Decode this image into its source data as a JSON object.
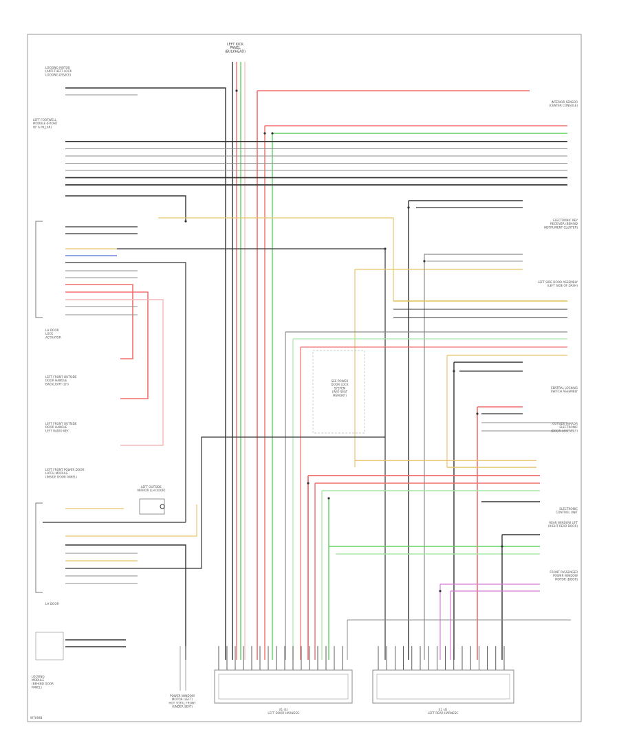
{
  "page_code": "W70948",
  "top_connector": {
    "title_lines": [
      "LEFT KICK",
      "PANEL",
      "(BULKHEAD)"
    ]
  },
  "left_components": [
    {
      "id": "c1",
      "lines": [
        "LOCKING MOTOR",
        "(ANTI-THEFT LOCK",
        "LOCKING DEVICE)"
      ]
    },
    {
      "id": "c2",
      "lines": [
        "LEFT FOOTWELL",
        "MODULE (FRONT",
        "OF A PILLAR)"
      ]
    },
    {
      "id": "c3",
      "lines": [
        "LH DOOR",
        "LOCK",
        "ACTUATOR"
      ]
    },
    {
      "id": "c4",
      "lines": [
        "LEFT FRONT OUTSIDE",
        "DOOR HANDLE",
        "BACKLIGHT (LH)"
      ]
    },
    {
      "id": "c5",
      "lines": [
        "LEFT FRONT OUTSIDE",
        "DOOR HANDLE",
        "LEFT RADIO KEY"
      ]
    },
    {
      "id": "c6",
      "lines": [
        "LEFT FRONT POWER DOOR",
        "LATCH MODULE",
        "(INSIDE DOOR PANEL)"
      ]
    },
    {
      "id": "c7",
      "lines": [
        "LH DOOR"
      ]
    },
    {
      "id": "c8",
      "lines": [
        "LOCKING",
        "MODULE",
        "(BEHIND DOOR",
        "PANEL)"
      ]
    }
  ],
  "right_components": [
    {
      "id": "r1",
      "lines": [
        "INTERIOR SENSOR",
        "(CENTER CONSOLE)"
      ]
    },
    {
      "id": "r2",
      "lines": [
        "ELECTRONIC KEY",
        "RECEIVER (BEHIND",
        "INSTRUMENT CLUSTER)"
      ]
    },
    {
      "id": "r3",
      "lines": [
        "LEFT SIDE DOOR ASSEMBLY",
        "(LEFT SIDE OF DASH)"
      ]
    },
    {
      "id": "r4",
      "lines": [
        "CENTRAL LOCKING",
        "SWITCH ASSEMBLY"
      ]
    },
    {
      "id": "r5",
      "lines": [
        "OUTSIDE MIRROR",
        "ELECTRONIC",
        "(DOOR ASSEMBLY)"
      ]
    },
    {
      "id": "r6",
      "lines": [
        "ELECTRONIC",
        "CONTROL UNIT"
      ]
    },
    {
      "id": "r7",
      "lines": [
        "REAR WINDOW LIFT",
        "(RIGHT REAR DOOR)"
      ]
    },
    {
      "id": "r8",
      "lines": [
        "FRONT PASSENGER",
        "POWER WINDOW",
        "MOTOR (DOOR)"
      ]
    }
  ],
  "mid_box": {
    "lines": [
      "SEE POWER",
      "DOOR LOCK",
      "SYSTEM",
      "(W/O SEAT",
      "MEMORY)"
    ]
  },
  "small_components": [
    {
      "id": "s1",
      "lines": [
        "LEFT OUTSIDE",
        "MIRROR (LH DOOR)"
      ]
    }
  ],
  "bottom_components": [
    {
      "id": "b1",
      "lines": [
        "POWER WINDOW",
        "MOTOR (LEFT)",
        "HOT TOTAL FRONT",
        "(UNDER SEAT)"
      ]
    },
    {
      "id": "b2",
      "lines": [
        "X1 (4)",
        "LEFT DOOR HARNESS"
      ]
    },
    {
      "id": "b3",
      "lines": [
        "X1 (4)",
        "LEFT REAR HARNESS"
      ]
    }
  ],
  "wire_colors": {
    "red": "#f26d6d",
    "pink": "#f7b6b6",
    "green": "#5ed35e",
    "lightgreen": "#a6e8a6",
    "black": "#333333",
    "gray": "#8c8c8c",
    "yellow": "#e7c46a",
    "blue": "#4c6fdb",
    "magenta": "#d77bd7",
    "frame": "#9a9a9a"
  }
}
